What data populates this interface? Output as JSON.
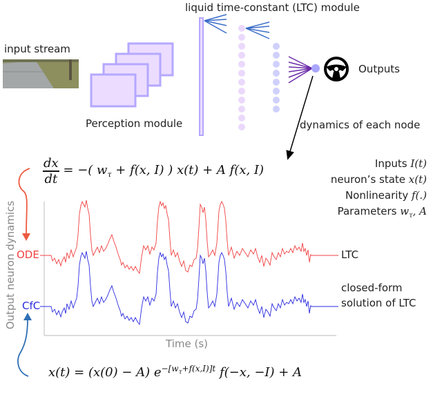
{
  "labels": {
    "input_stream": "input stream",
    "perception_module": "Perception module",
    "ltc_module": "liquid time-constant (LTC) module",
    "outputs": "Outputs",
    "dynamics_of_each_node": "dynamics of each node",
    "ode": "ODE",
    "cfc": "CfC",
    "ltc": "LTC",
    "closed_form_line1": "closed-form",
    "closed_form_line2": "solution of LTC",
    "y_axis": "Output neuron dynamics",
    "x_axis": "Time (s)"
  },
  "equations": {
    "ode_lhs_num": "dx",
    "ode_lhs_den": "dt",
    "ode_rhs": "= −( w",
    "ode_rhs_sub": "τ",
    "ode_rhs_rest": " + f(x, I) ) x(t) + A f(x, I)",
    "cfc_lhs": "x(t) = (x(0) − A) e",
    "cfc_exp": "−[w",
    "cfc_exp_sub": "τ",
    "cfc_exp_rest": "+f(x,I)]t",
    "cfc_rest": " f(−x, −I) + A"
  },
  "legend": {
    "inputs_label": "Inputs ",
    "inputs_sym": "I(t)",
    "state_label": "neuron’s state ",
    "state_sym": "x(t)",
    "nonlin_label": "Nonlinearity ",
    "nonlin_sym": "f(.)",
    "params_label": "Parameters ",
    "params_sym": "w",
    "params_sub": "τ",
    "params_rest": ", A"
  },
  "colors": {
    "ode_red": "#f04040",
    "cfc_blue": "#2a2ae0",
    "module_fill": "#ecdcff",
    "module_border": "#b4a8ff",
    "synapse_blue": "#3a6cc8",
    "synapse_purple": "#6a2aa8",
    "layer1_node": "#ebd9fb",
    "layer2_node": "#cfd0fb",
    "output_node": "#a9a6fb",
    "arrow_red": "#ee5a40",
    "arrow_blue": "#2e6fb4"
  },
  "chart_data": {
    "type": "line",
    "title": "",
    "xlabel": "Time (s)",
    "ylabel": "Output neuron dynamics",
    "series": [
      {
        "name": "ODE (LTC)",
        "color": "#f04040",
        "values": [
          0,
          0,
          -0.2,
          0.1,
          -0.4,
          0.2,
          0.6,
          1.8,
          2.3,
          2.1,
          0.6,
          0.2,
          0.7,
          0.3,
          0.9,
          0.5,
          -0.8,
          -1.0,
          -1.2,
          0.4,
          0.6,
          0.2,
          2.2,
          2.3,
          1.7,
          0.1,
          -0.3,
          -0.9,
          -0.3,
          1.6,
          0.2,
          2.2,
          1.7,
          0.2,
          0.5,
          0.3,
          0.2,
          0.1,
          -0.5,
          0.1,
          -0.8,
          0.2,
          0.3,
          0.1,
          0.4,
          0.6,
          0.0
        ]
      },
      {
        "name": "CfC (closed-form solution of LTC)",
        "color": "#2a2ae0",
        "values": [
          0,
          0,
          -0.2,
          0.1,
          -0.4,
          0.2,
          0.6,
          1.8,
          2.3,
          2.1,
          0.6,
          0.2,
          0.7,
          0.3,
          0.9,
          0.5,
          -0.8,
          -1.0,
          -1.2,
          0.4,
          0.6,
          0.2,
          2.2,
          2.3,
          1.7,
          0.1,
          -0.3,
          -0.9,
          -0.3,
          1.6,
          0.2,
          2.2,
          1.7,
          0.2,
          0.5,
          0.3,
          0.2,
          0.1,
          -0.5,
          0.1,
          -0.8,
          0.2,
          0.3,
          0.1,
          0.4,
          0.6,
          0.0
        ]
      }
    ],
    "annotations": [
      "ODE",
      "CfC",
      "LTC",
      "closed-form solution of LTC"
    ],
    "grid": false
  }
}
